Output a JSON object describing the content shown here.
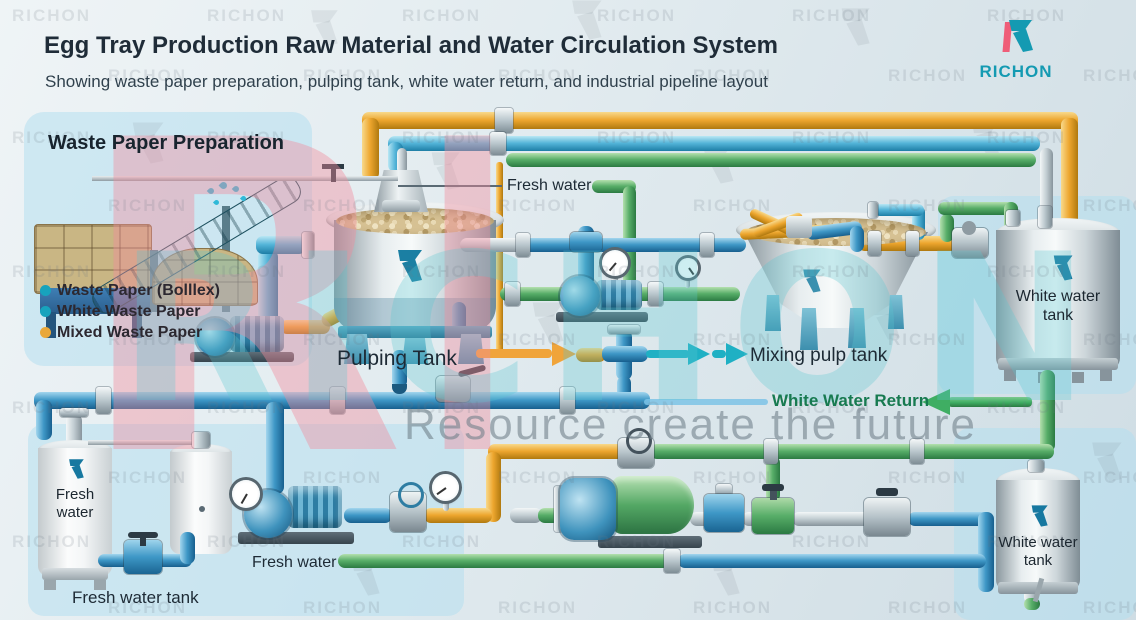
{
  "header": {
    "title": "Egg Tray Production Raw Material and Water Circulation System",
    "subtitle": "Showing waste paper preparation, pulping tank, white water return, and industrial pipeline layout"
  },
  "brand": {
    "name": "RICHON",
    "slogan": "Resource create the future",
    "teal": "#149ab2",
    "pink": "#ef5d78"
  },
  "prep_panel": {
    "title": "Waste Paper Preparation",
    "legend": [
      {
        "label": "Waste Paper (Bolllex)",
        "color": "#17a3bd"
      },
      {
        "label": "White Waste Paper",
        "color": "#17a3bd"
      },
      {
        "label": "Mixed Waste Paper",
        "color": "#e9a83a"
      }
    ]
  },
  "labels": {
    "fresh_water_inlet": "Fresh water",
    "pulping_tank": "Pulping Tank",
    "mixing_pulp_tank": "Mixing pulp tank",
    "white_water_return": "White Water Return",
    "fresh_water_pump": "Fresh water",
    "fresh_water_tank_caption": "Fresh water tank"
  },
  "tanks": {
    "white_water_top": "White water tank",
    "white_water_bottom": "White water tank",
    "fresh_water": "Fresh water"
  },
  "pipe_colors": {
    "fresh_water_blue": "#3e97c6",
    "white_water_green": "#57ad68",
    "pulp_yellow": "#eda62e",
    "process_cyan": "#53b4d8",
    "steel_silver": "#c3ced3"
  }
}
